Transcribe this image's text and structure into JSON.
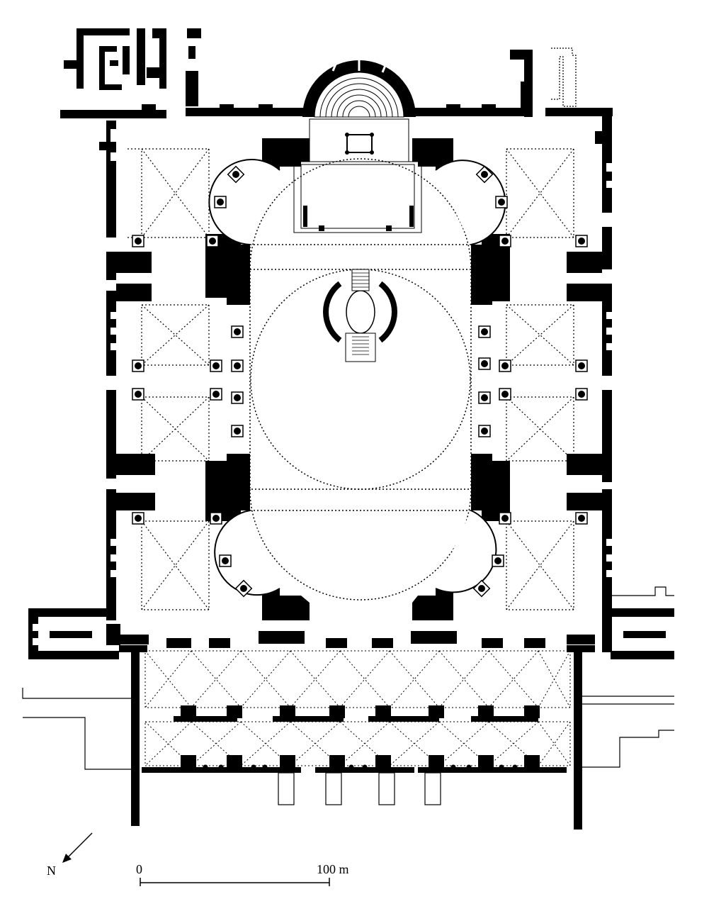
{
  "diagram": {
    "type": "architectural-floor-plan",
    "colors": {
      "wall": "#000000",
      "background": "#ffffff",
      "vault_lines": "#000000"
    },
    "north_arrow": {
      "label": "N",
      "direction": "down-left"
    },
    "scale_bar": {
      "start_label": "0",
      "end_label": "100 m"
    }
  }
}
